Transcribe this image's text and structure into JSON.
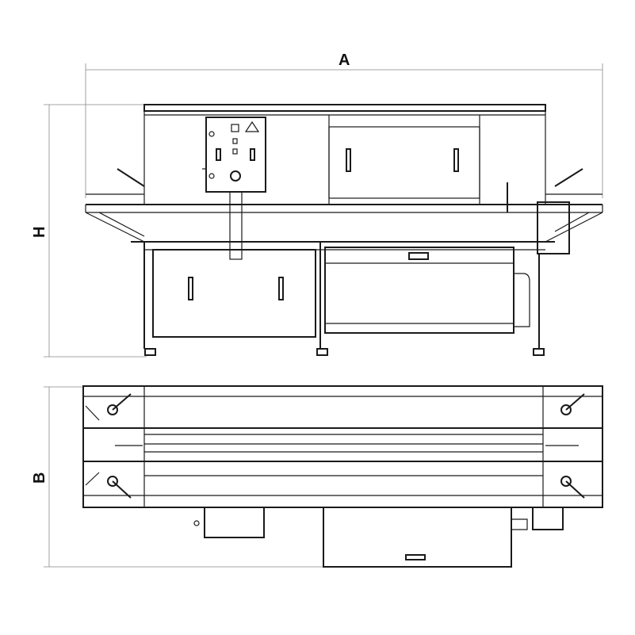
{
  "dimensions": {
    "width_label": "A",
    "height_label": "H",
    "depth_label": "B"
  },
  "colors": {
    "line": "#1a1a1a",
    "background": "#ffffff"
  }
}
